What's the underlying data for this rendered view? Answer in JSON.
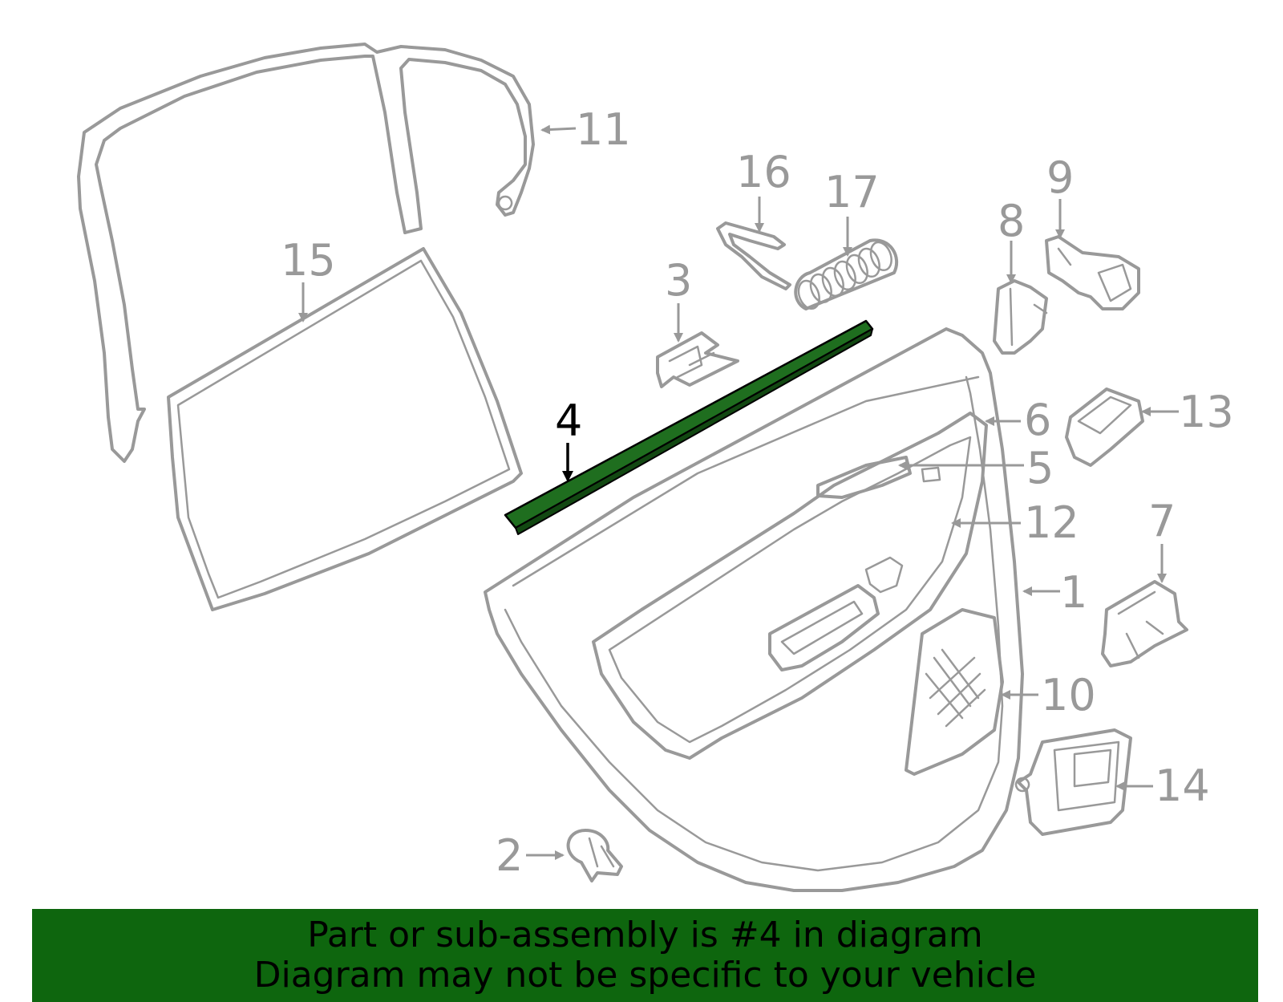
{
  "diagram": {
    "highlight_color": "#1f6e1f",
    "part_color": "#999999",
    "highlighted_part": "4",
    "labels": {
      "p1": "1",
      "p2": "2",
      "p3": "3",
      "p4": "4",
      "p5": "5",
      "p6": "6",
      "p7": "7",
      "p8": "8",
      "p9": "9",
      "p10": "10",
      "p11": "11",
      "p12": "12",
      "p13": "13",
      "p14": "14",
      "p15": "15",
      "p16": "16",
      "p17": "17"
    }
  },
  "banner": {
    "color": "#0e660e",
    "line1": "Part or sub-assembly is #4 in diagram",
    "line2": "Diagram may not be specific to your vehicle"
  }
}
